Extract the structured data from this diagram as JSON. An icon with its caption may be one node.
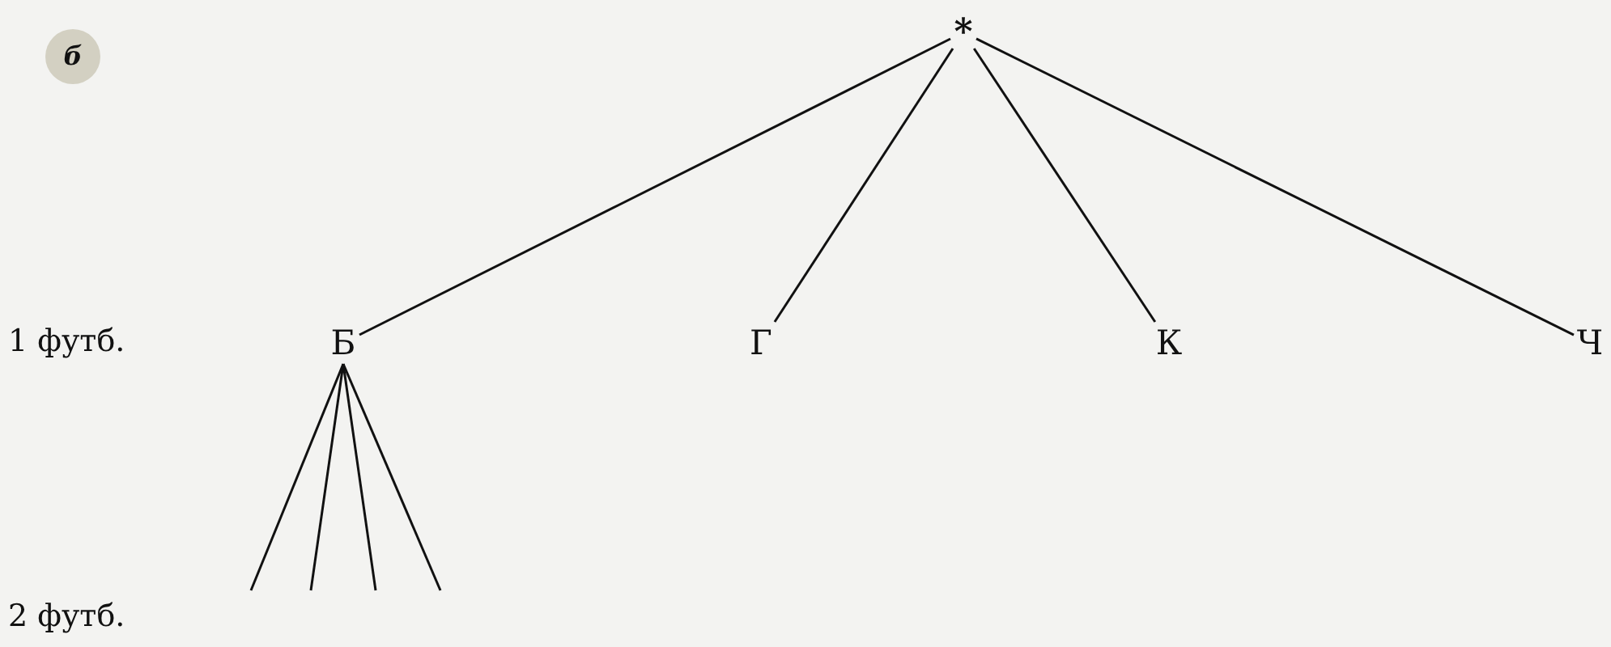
{
  "diagram": {
    "nodes": [
      {
        "text": [
          "б"
        ]
      },
      {
        "text": [
          "*"
        ]
      },
      {
        "text": [
          "Б"
        ]
      },
      {
        "text": [
          "Г"
        ]
      },
      {
        "text": [
          "К"
        ]
      },
      {
        "text": [
          "Ч"
        ]
      }
    ],
    "edges": [
      {
        "from": 1,
        "to": 2,
        "arrow": "none"
      },
      {
        "from": 1,
        "to": 3,
        "arrow": "none"
      },
      {
        "from": 1,
        "to": 4,
        "arrow": "none"
      },
      {
        "from": 1,
        "to": 5,
        "arrow": "none"
      },
      {
        "from": 2,
        "to": null,
        "arrow": "none"
      },
      {
        "from": 2,
        "to": null,
        "arrow": "none"
      },
      {
        "from": 2,
        "to": null,
        "arrow": "none"
      },
      {
        "from": 2,
        "to": null,
        "arrow": "none"
      }
    ],
    "labels": [
      "1 футб.",
      "2 футб."
    ]
  }
}
